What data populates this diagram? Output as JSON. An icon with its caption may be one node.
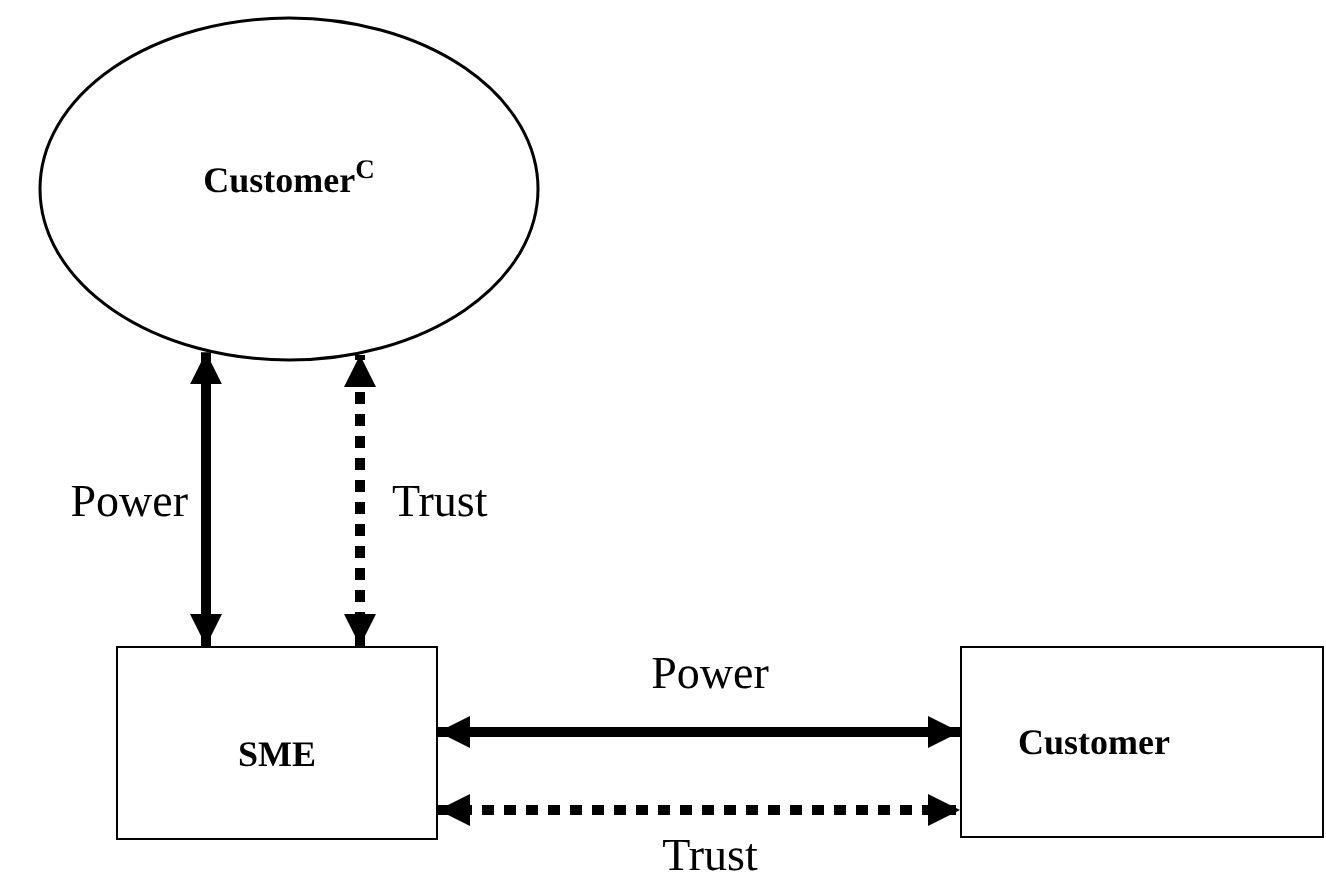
{
  "diagram": {
    "nodes": [
      {
        "text": [
          "Customer$^{C}$"
        ]
      },
      {
        "text": [
          "SME"
        ]
      },
      {
        "text": [
          "Customer"
        ]
      }
    ],
    "edges": [
      {
        "from": 1,
        "to": 0,
        "arrow": "both",
        "label": "Power"
      },
      {
        "from": 1,
        "to": 0,
        "arrow": "both",
        "label": "Trust",
        "style": "dashed"
      },
      {
        "from": 1,
        "to": 2,
        "arrow": "both",
        "label": "Power"
      },
      {
        "from": 1,
        "to": 2,
        "arrow": "both",
        "label": "Trust",
        "style": "dashed"
      }
    ]
  }
}
